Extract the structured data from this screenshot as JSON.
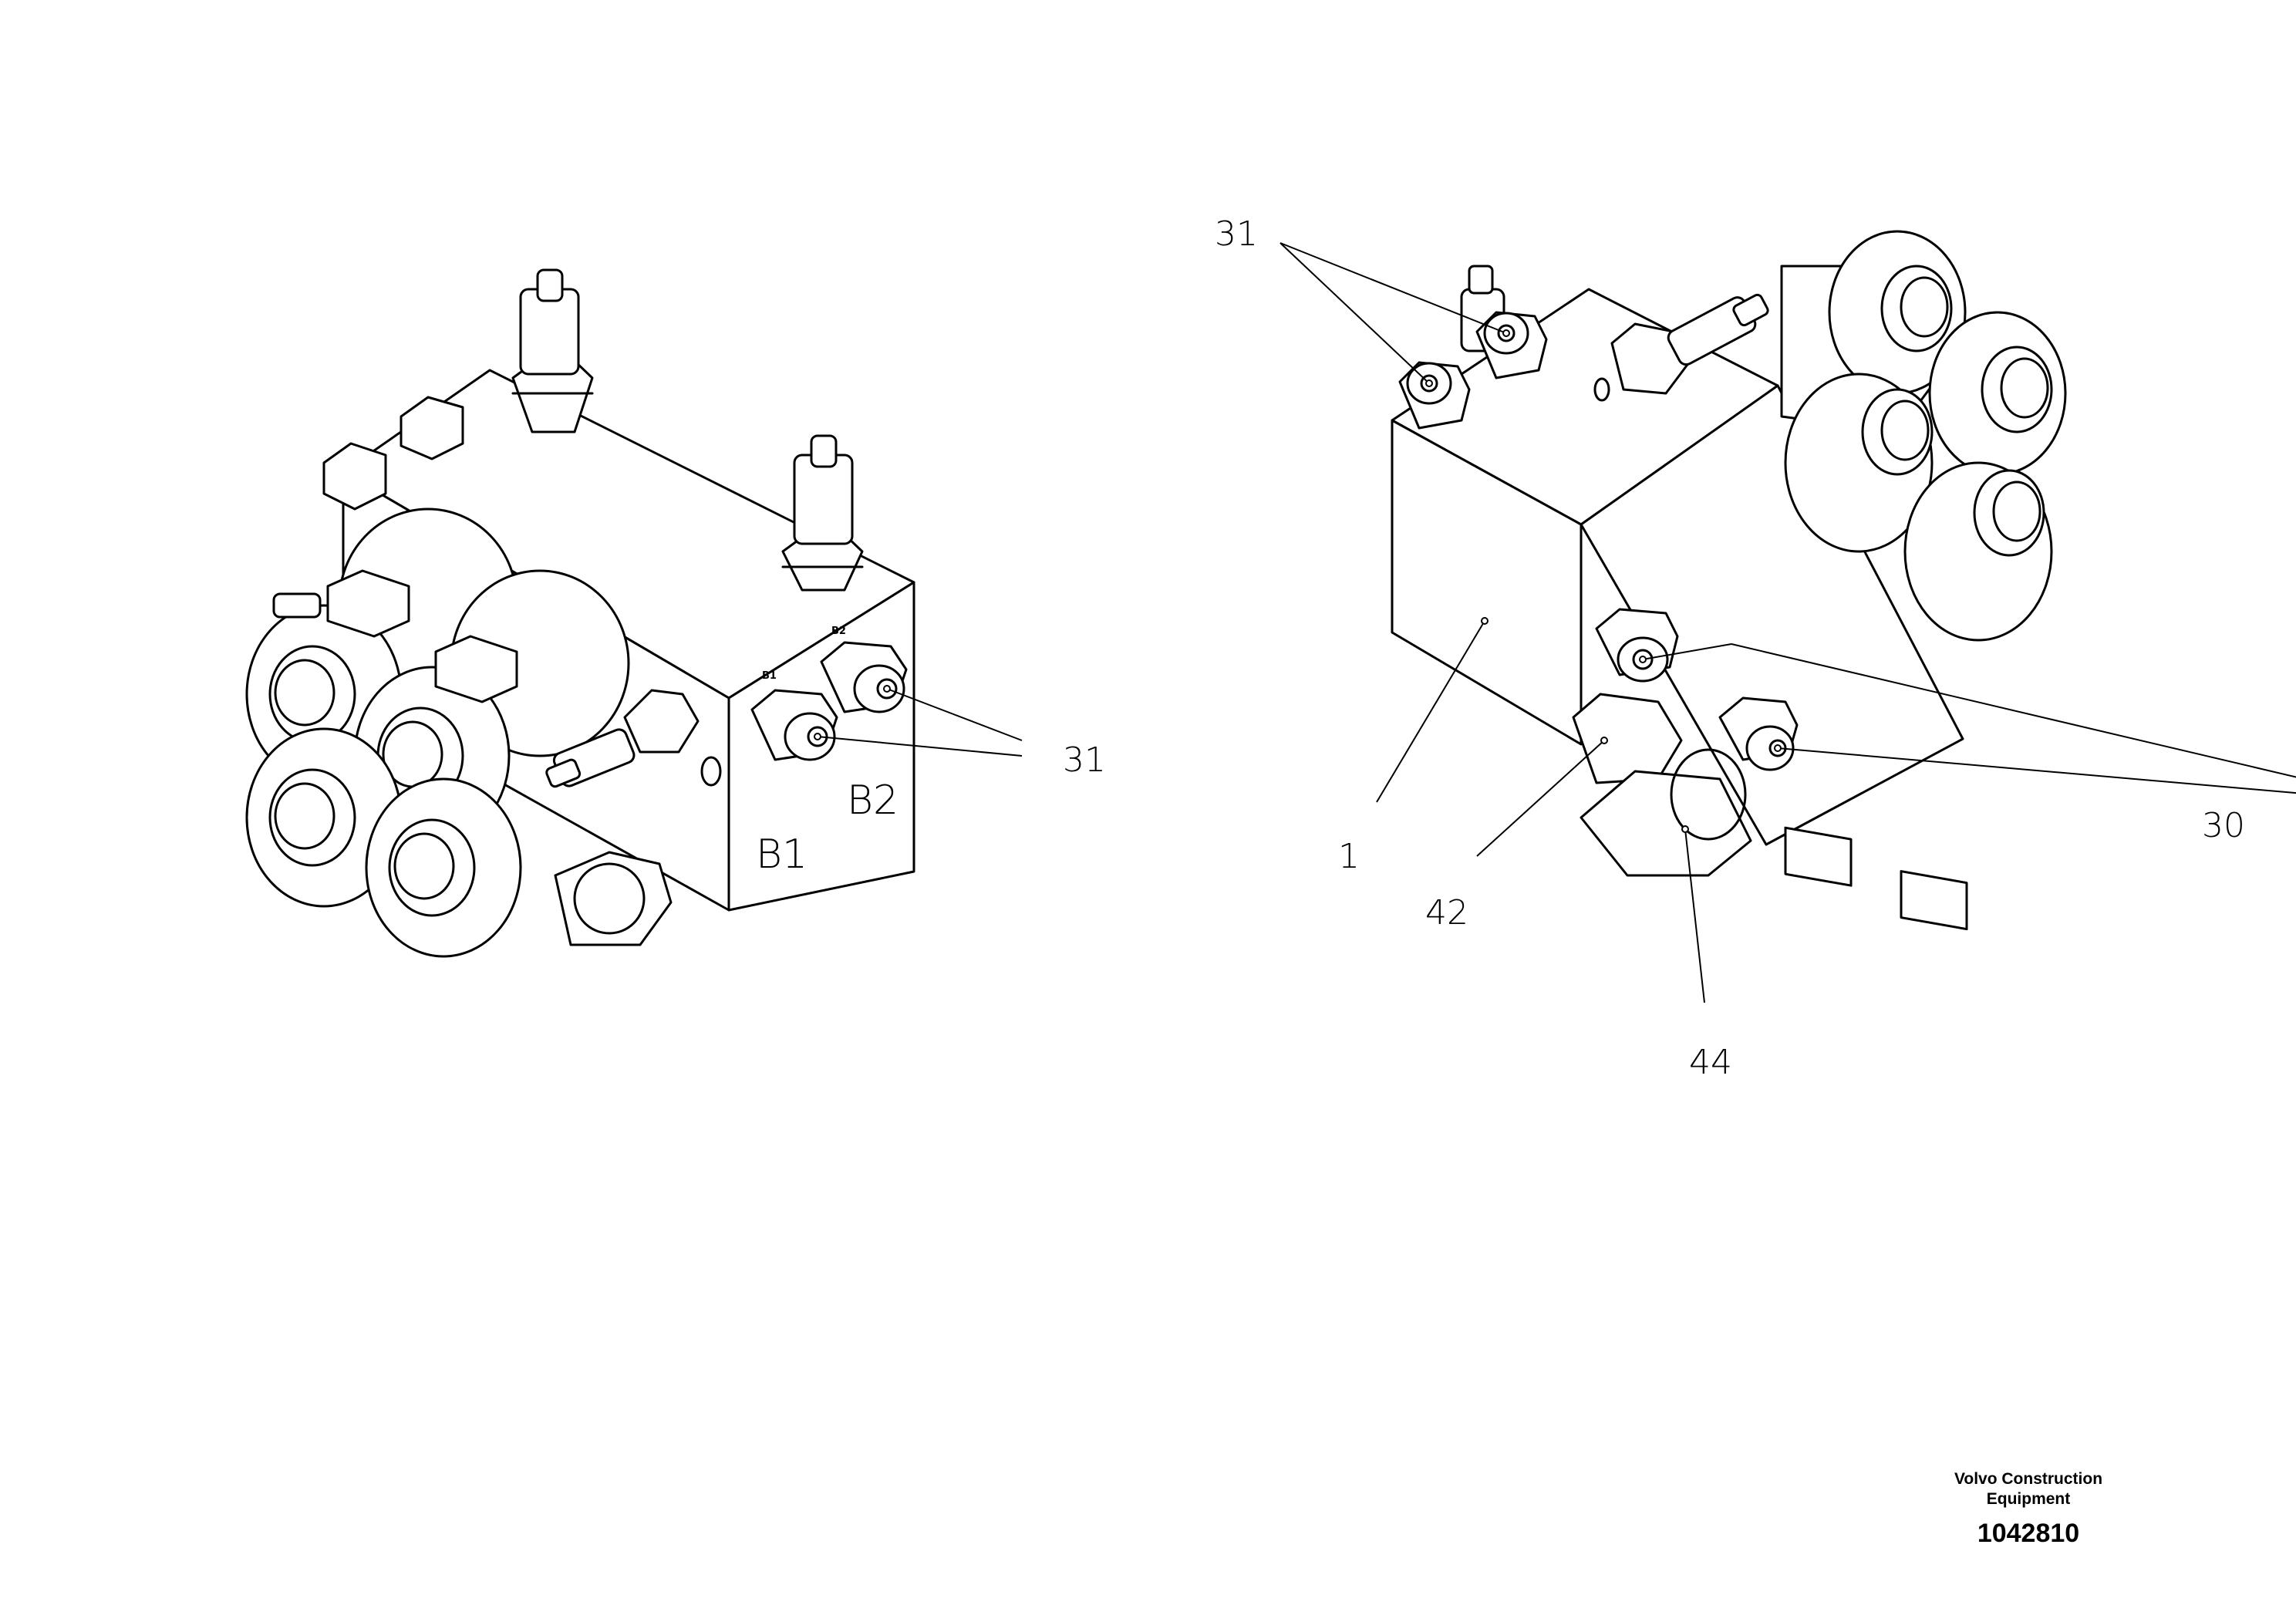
{
  "diagram": {
    "left_view": {
      "port_labels": {
        "b1": "B1",
        "b2": "B2"
      },
      "callouts": [
        {
          "number": "31"
        }
      ]
    },
    "right_view": {
      "callouts": [
        {
          "number": "31"
        },
        {
          "number": "1"
        },
        {
          "number": "42"
        },
        {
          "number": "44"
        },
        {
          "number": "30"
        }
      ]
    }
  },
  "footer": {
    "company_line1": "Volvo Construction",
    "company_line2": "Equipment",
    "drawing_number": "1042810"
  }
}
